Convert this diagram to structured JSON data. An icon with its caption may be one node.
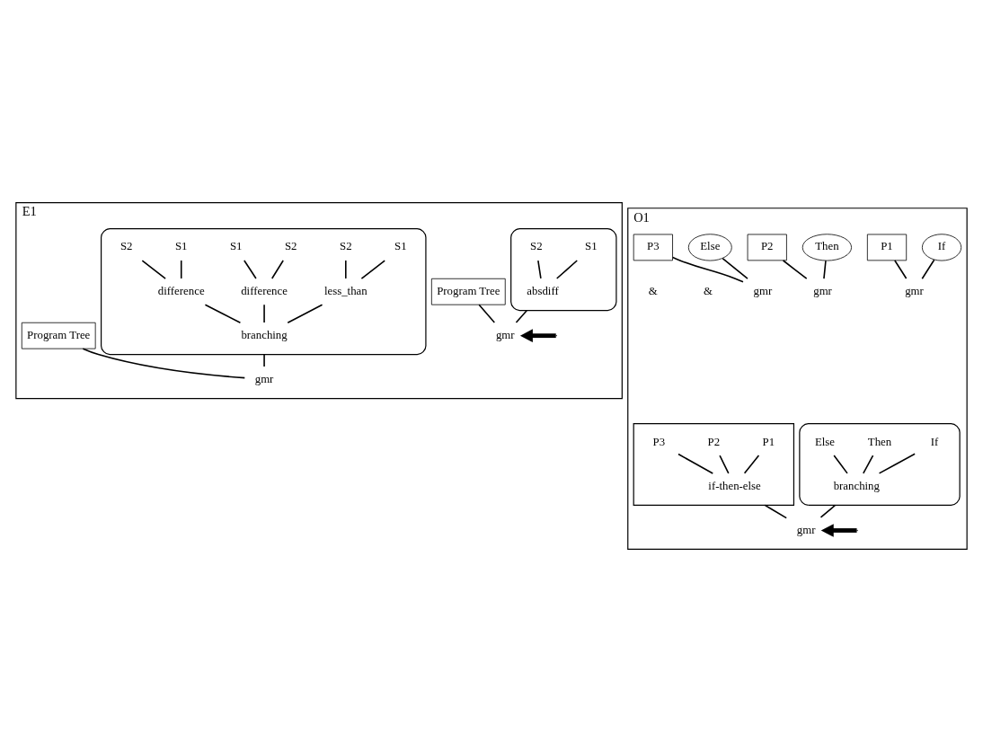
{
  "diagram": {
    "nodes": [
      {
        "text": [
          "E1"
        ]
      },
      {
        "text": [],
        "shape": "ellipse",
        "in": 0
      },
      {
        "text": [
          "S1"
        ],
        "in": 1
      },
      {
        "text": [
          "S2"
        ],
        "in": 1
      },
      {
        "text": [
          "absdiff"
        ],
        "in": 1
      },
      {
        "text": [
          "Program Tree"
        ],
        "in": 0
      },
      {
        "text": [
          "gmr"
        ],
        "in": 0
      },
      {
        "text": [],
        "shape": "ellipse",
        "in": 0
      },
      {
        "text": [
          "S1"
        ],
        "in": 7
      },
      {
        "text": [
          "S2"
        ],
        "in": 7
      },
      {
        "text": [
          "less_than"
        ],
        "in": 7
      },
      {
        "text": [
          "S2"
        ],
        "in": 7
      },
      {
        "text": [
          "S1"
        ],
        "in": 7
      },
      {
        "text": [
          "difference"
        ],
        "in": 7
      },
      {
        "text": [
          "S1"
        ],
        "in": 7
      },
      {
        "text": [
          "S2"
        ],
        "in": 7
      },
      {
        "text": [
          "difference"
        ],
        "in": 7
      },
      {
        "text": [
          "branching"
        ],
        "in": 7
      },
      {
        "text": [
          "Program Tree"
        ],
        "in": 0
      },
      {
        "text": [
          "gmr"
        ],
        "in": 0
      },
      {
        "text": [
          "O1"
        ]
      },
      {
        "text": [],
        "shape": "ellipse",
        "in": 20
      },
      {
        "text": [
          "If"
        ],
        "in": 21
      },
      {
        "text": [
          "Then"
        ],
        "in": 21
      },
      {
        "text": [
          "Else"
        ],
        "in": 21
      },
      {
        "text": [
          "branching"
        ],
        "in": 21
      },
      {
        "text": [],
        "shape": "box",
        "in": 20
      },
      {
        "text": [
          "P1"
        ],
        "in": 26
      },
      {
        "text": [
          "P2"
        ],
        "in": 26
      },
      {
        "text": [
          "P3"
        ],
        "in": 26
      },
      {
        "text": [
          "if-then-else"
        ],
        "in": 26
      },
      {
        "text": [
          "gmr"
        ],
        "in": 20
      },
      {
        "text": [
          "If"
        ],
        "in": 20
      },
      {
        "text": [
          "P1"
        ],
        "in": 20
      },
      {
        "text": [
          "gmr"
        ],
        "in": 20
      },
      {
        "text": [
          "Then"
        ],
        "in": 20
      },
      {
        "text": [
          "P2"
        ],
        "in": 20
      },
      {
        "text": [
          "gmr"
        ],
        "in": 20
      },
      {
        "text": [
          "Else"
        ],
        "in": 20
      },
      {
        "text": [
          "P3"
        ],
        "in": 20
      },
      {
        "text": [
          "gmr"
        ],
        "in": 20
      }
    ],
    "edges": [
      {
        "from": 2,
        "to": 4,
        "arrow": "none"
      },
      {
        "from": 3,
        "to": 4,
        "arrow": "none"
      },
      {
        "from": 1,
        "to": 6,
        "arrow": "none"
      },
      {
        "from": 5,
        "to": 6,
        "arrow": "none"
      },
      {
        "from": 8,
        "to": 10,
        "arrow": "none"
      },
      {
        "from": 9,
        "to": 10,
        "arrow": "none"
      },
      {
        "from": 11,
        "to": 13,
        "arrow": "none"
      },
      {
        "from": 12,
        "to": 13,
        "arrow": "none"
      },
      {
        "from": 14,
        "to": 16,
        "arrow": "none"
      },
      {
        "from": 15,
        "to": 16,
        "arrow": "none"
      },
      {
        "from": 10,
        "to": 17,
        "arrow": "none"
      },
      {
        "from": 13,
        "to": 17,
        "arrow": "none"
      },
      {
        "from": 16,
        "to": 17,
        "arrow": "none"
      },
      {
        "from": 7,
        "to": 19,
        "arrow": "none"
      },
      {
        "from": 18,
        "to": 19,
        "arrow": "none"
      },
      {
        "from": null,
        "to": 6,
        "arrow": "to",
        "style": "thick"
      },
      {
        "from": 22,
        "to": 25,
        "arrow": "none"
      },
      {
        "from": 23,
        "to": 25,
        "arrow": "none"
      },
      {
        "from": 24,
        "to": 25,
        "arrow": "none"
      },
      {
        "from": 27,
        "to": 30,
        "arrow": "none"
      },
      {
        "from": 28,
        "to": 30,
        "arrow": "none"
      },
      {
        "from": 29,
        "to": 30,
        "arrow": "none"
      },
      {
        "from": 21,
        "to": 31,
        "arrow": "none"
      },
      {
        "from": 26,
        "to": 31,
        "arrow": "none"
      },
      {
        "from": 32,
        "to": 34,
        "arrow": "none"
      },
      {
        "from": 33,
        "to": 34,
        "arrow": "none"
      },
      {
        "from": 35,
        "to": 37,
        "arrow": "none"
      },
      {
        "from": 36,
        "to": 37,
        "arrow": "none"
      },
      {
        "from": 38,
        "to": 40,
        "arrow": "none"
      },
      {
        "from": 39,
        "to": 40,
        "arrow": "none"
      },
      {
        "from": null,
        "to": 31,
        "arrow": "to",
        "style": "thick"
      }
    ],
    "labels": [
      "&",
      "&"
    ]
  }
}
